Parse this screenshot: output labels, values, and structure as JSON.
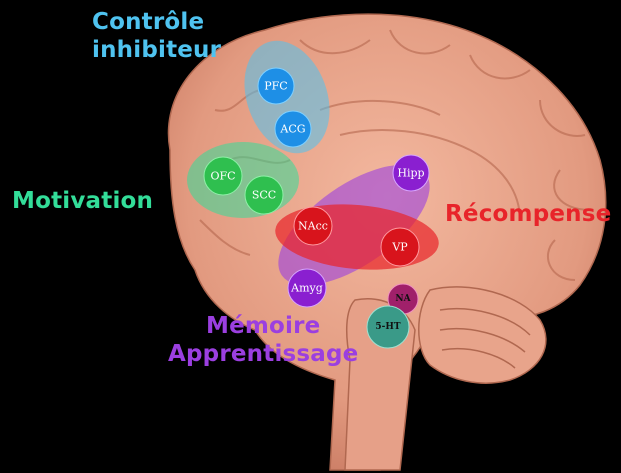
{
  "groups": {
    "controle": {
      "lines": [
        "Contrôle",
        "inhibiteur"
      ],
      "color": "#4fc3f0"
    },
    "motivation": {
      "label": "Motivation",
      "color": "#33dd99"
    },
    "recompense": {
      "label": "Récompense",
      "color": "#e8242a"
    },
    "memoire": {
      "lines": [
        "Mémoire",
        "Apprentissage"
      ],
      "color": "#9b3fe0"
    }
  },
  "regions": {
    "pfc": "PFC",
    "acg": "ACG",
    "ofc": "OFC",
    "scc": "SCC",
    "nacc": "NAcc",
    "vp": "VP",
    "hipp": "Hipp",
    "amyg": "Amyg",
    "na": "NA",
    "ht5": "5-HT"
  },
  "colors": {
    "background": "#000000",
    "brain": "#e9a48c",
    "node_blue": "#1e8fe6",
    "node_green": "#2fbf4f",
    "node_red": "#d8141c",
    "node_purple": "#8a1fd0",
    "node_magenta": "#a0206a",
    "node_teal": "#3a9a88"
  }
}
